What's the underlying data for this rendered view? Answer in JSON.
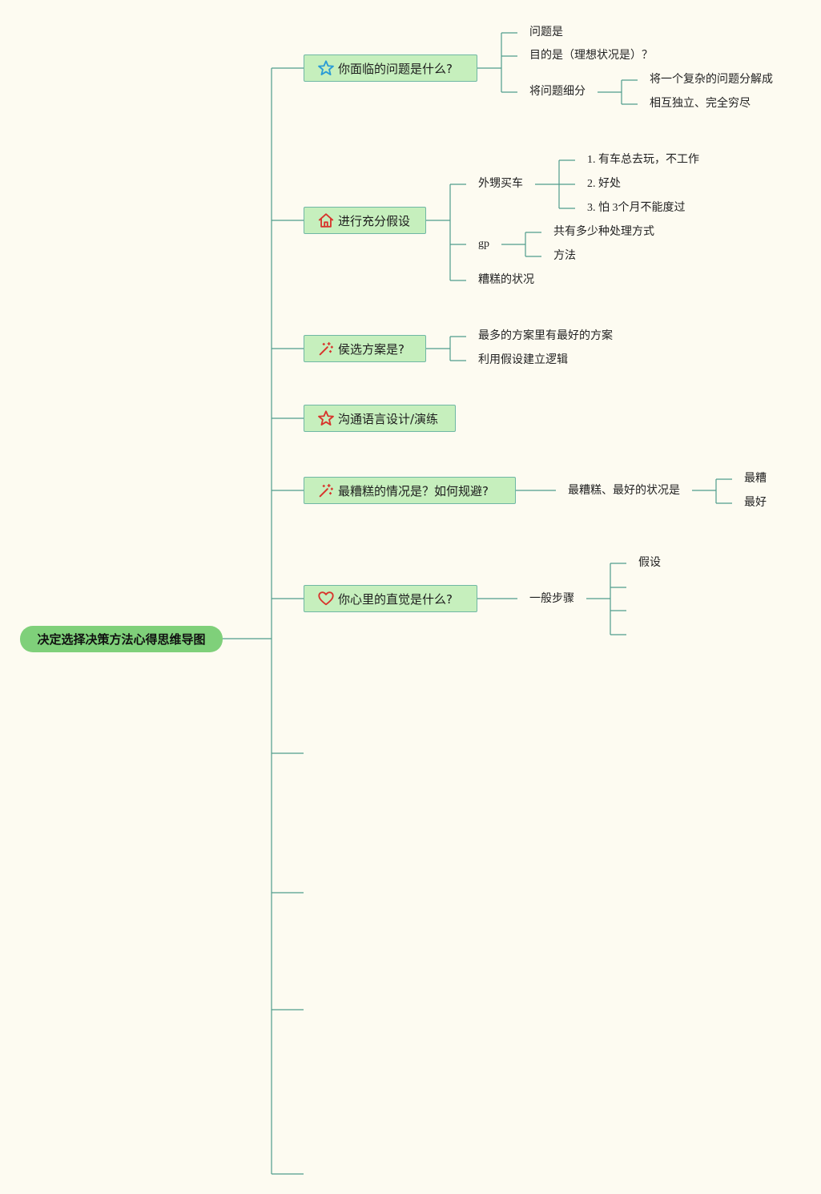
{
  "root": {
    "label": "决定选择决策方法心得思维导图"
  },
  "branches": [
    {
      "label": "你面临的问题是什么?",
      "icon": "star-outline-blue-icon",
      "children": [
        {
          "label": "问题是"
        },
        {
          "label": "目的是（理想状况是）？"
        },
        {
          "label": "将问题细分",
          "children": [
            {
              "label": "将一个复杂的问题分解成"
            },
            {
              "label": "相互独立、完全穷尽"
            }
          ]
        }
      ]
    },
    {
      "label": "进行充分假设",
      "icon": "house-icon",
      "children": [
        {
          "label": "外甥买车",
          "children": [
            {
              "label": "1. 有车总去玩，不工作"
            },
            {
              "label": "2. 好处"
            },
            {
              "label": "3. 怕 3个月不能度过"
            }
          ]
        },
        {
          "label": "gp",
          "children": [
            {
              "label": "共有多少种处理方式"
            },
            {
              "label": "方法"
            }
          ]
        },
        {
          "label": "糟糕的状况"
        }
      ]
    },
    {
      "label": "侯选方案是?",
      "icon": "magic-wand-icon",
      "children": [
        {
          "label": "最多的方案里有最好的方案"
        },
        {
          "label": "利用假设建立逻辑"
        }
      ]
    },
    {
      "label": "沟通语言设计/演练",
      "icon": "star-outline-red-icon",
      "children": []
    },
    {
      "label": "最糟糕的情况是？如何规避?",
      "icon": "magic-wand-icon",
      "children": [
        {
          "label": "最糟糕、最好的状况是",
          "children": [
            {
              "label": "最糟"
            },
            {
              "label": "最好"
            }
          ]
        }
      ]
    },
    {
      "label": "你心里的直觉是什么?",
      "icon": "heart-icon",
      "children": [
        {
          "label": "一般步骤",
          "children": [
            {
              "label": "假设"
            },
            {
              "label": ""
            },
            {
              "label": ""
            },
            {
              "label": ""
            }
          ]
        }
      ]
    }
  ],
  "colors": {
    "line": "#4f9c8c",
    "branch_fill": "#c6efbd",
    "root_fill": "#7fd07a",
    "background": "#fdfbf1"
  }
}
